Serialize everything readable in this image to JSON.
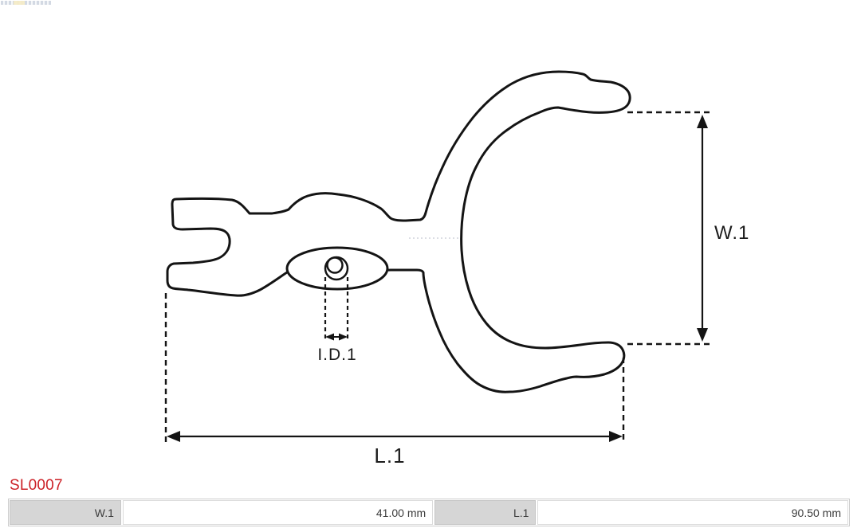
{
  "brand": {
    "logo_icon": "brand-logo-strip"
  },
  "drawing": {
    "line_color": "#141414",
    "labels": {
      "w1": "W.1",
      "l1": "L.1",
      "id1": "I.D.1"
    }
  },
  "product": {
    "code": "SL0007",
    "code_color": "#cc2127"
  },
  "spec_table": {
    "rows": [
      {
        "label": "W.1",
        "value": "41.00 mm"
      },
      {
        "label": "L.1",
        "value": "90.50 mm"
      }
    ],
    "label_cell_bg": "#d6d6d6",
    "border_color": "#cccccc",
    "text_color": "#3c3c3c"
  }
}
